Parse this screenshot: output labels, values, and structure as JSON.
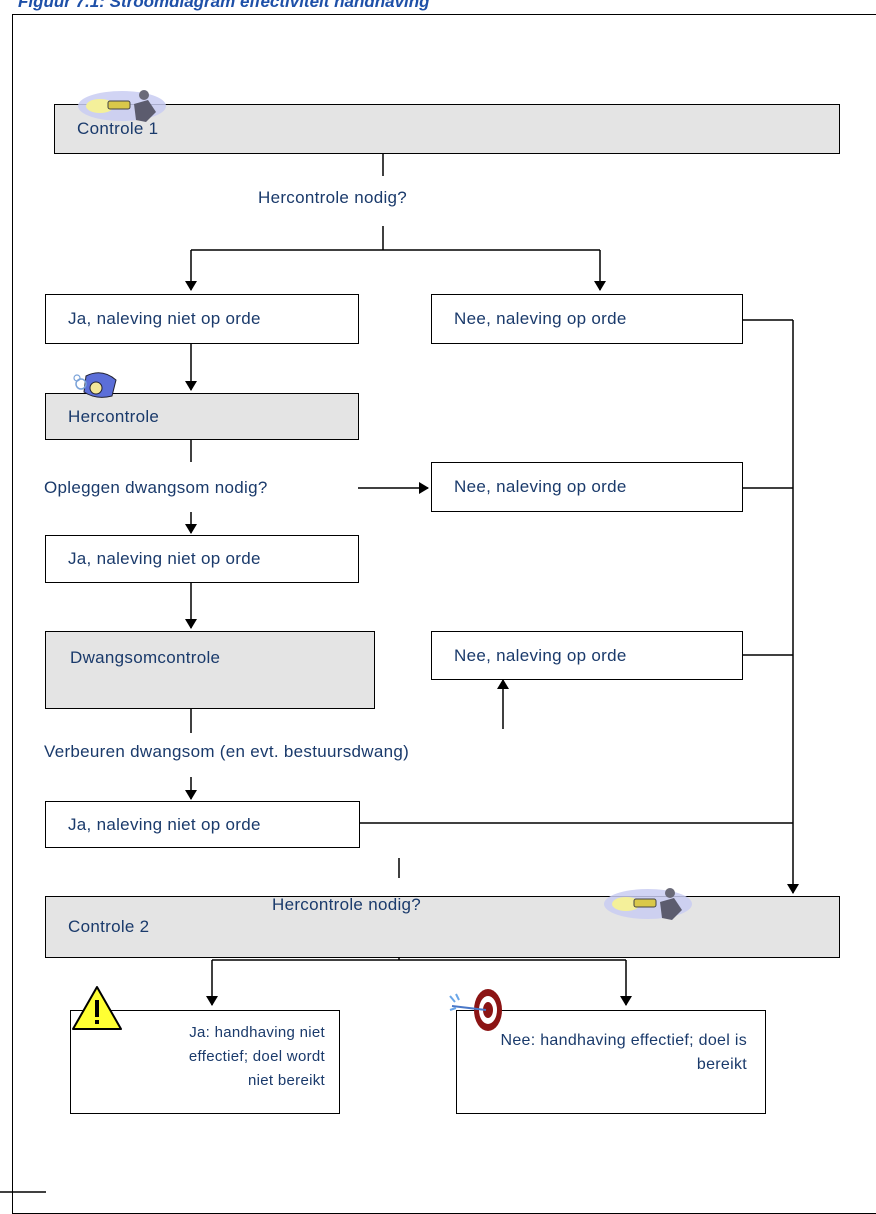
{
  "title": "Figuur 7.1: Stroomdiagram effectiviteit handhaving",
  "nodes": {
    "controle1": "Controle 1",
    "q_hercontrole1": "Hercontrole nodig?",
    "ja1": "Ja, naleving niet op orde",
    "nee1": "Nee, naleving op orde",
    "hercontrole": "Hercontrole",
    "q_dwangsom": "Opleggen dwangsom nodig?",
    "nee2": "Nee, naleving op orde",
    "ja2": "Ja, naleving niet op orde",
    "dwangsomcontrole": "Dwangsomcontrole",
    "nee3": "Nee, naleving op orde",
    "q_verbeuren": "Verbeuren dwangsom (en evt. bestuursdwang)",
    "ja3": "Ja, naleving niet op orde",
    "controle2": "Controle 2",
    "q_hercontrole2": "Hercontrole nodig?",
    "final_ja": "Ja: handhaving niet effectief; doel wordt niet bereikt",
    "final_nee": "Nee: handhaving effectief; doel is bereikt"
  },
  "icons": {
    "controle_icon": "inspector-flashlight-icon",
    "hercontrole_icon": "magnifier-person-icon",
    "warning_icon": "warning-triangle-icon",
    "target_icon": "dartboard-target-icon"
  },
  "colors": {
    "box_fill": "#e4e4e4",
    "text": "#1a3a6b",
    "title": "#1e50a8"
  }
}
